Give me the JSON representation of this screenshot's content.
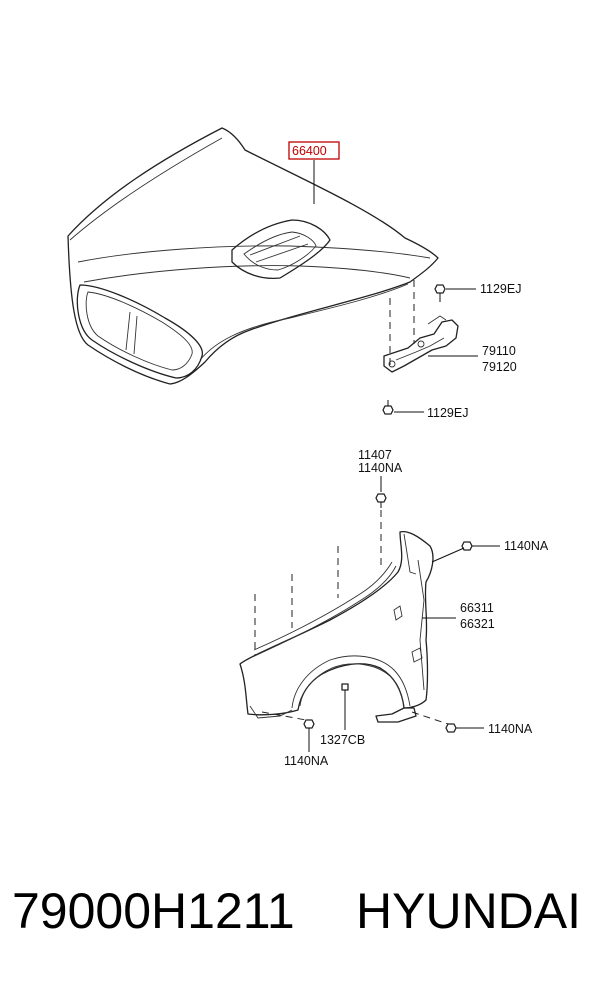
{
  "callouts": {
    "hood": "66400",
    "hinge_bolt_top": "1129EJ",
    "hinge_lh": "79110",
    "hinge_rh": "79120",
    "hinge_bolt_bottom": "1129EJ",
    "fender_screw_a": "11407",
    "fender_screw_b": "1140NA",
    "fender_bolt_right": "1140NA",
    "fender_lh": "66311",
    "fender_rh": "66321",
    "fender_clip": "1327CB",
    "fender_bolt_lower_left": "1140NA",
    "fender_bolt_lower_right": "1140NA"
  },
  "footer": {
    "part_number": "79000H1211",
    "brand": "HYUNDAI"
  },
  "colors": {
    "highlight": "#c00000",
    "line": "#222222"
  }
}
